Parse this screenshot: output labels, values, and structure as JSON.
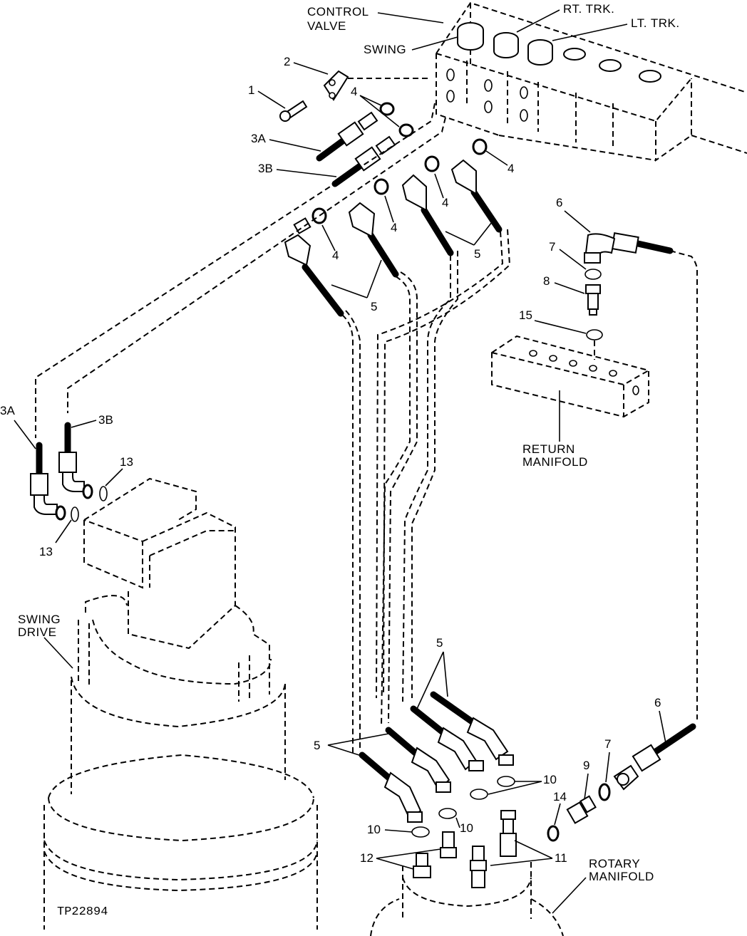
{
  "labels": {
    "control_valve_1": "CONTROL",
    "control_valve_2": "VALVE",
    "rt_trk": "RT. TRK.",
    "lt_trk": "LT. TRK.",
    "swing": "SWING",
    "return_manifold_1": "RETURN",
    "return_manifold_2": "MANIFOLD",
    "swing_drive_1": "SWING",
    "swing_drive_2": "DRIVE",
    "rotary_manifold_1": "ROTARY",
    "rotary_manifold_2": "MANIFOLD"
  },
  "callouts": {
    "p1": "1",
    "p2": "2",
    "p3a": "3A",
    "p3b": "3B",
    "p4": "4",
    "p5": "5",
    "p6": "6",
    "p7": "7",
    "p8": "8",
    "p9": "9",
    "p10": "10",
    "p11": "11",
    "p12": "12",
    "p13": "13",
    "p14": "14",
    "p15": "15"
  },
  "figure_id": "TP22894"
}
